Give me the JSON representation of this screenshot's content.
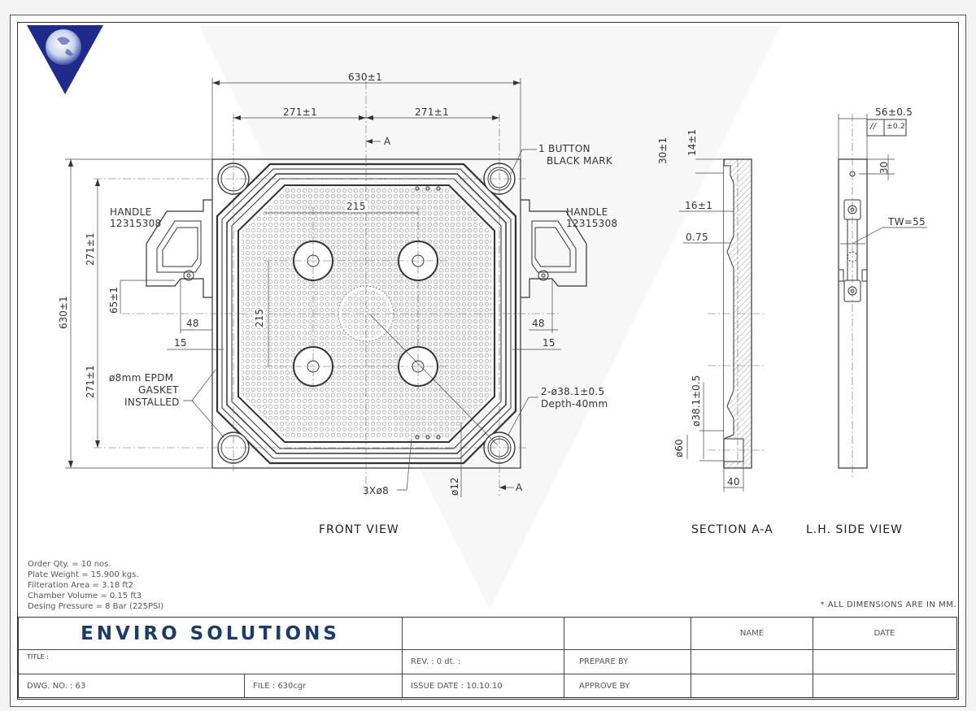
{
  "drawing": {
    "front_view": {
      "title": "FRONT VIEW",
      "dims": {
        "overall_width": "630±1",
        "half_left": "271±1",
        "half_right": "271±1",
        "overall_height": "630±1",
        "half_top": "271±1",
        "half_bottom": "271±1",
        "handle_offset": "65±1",
        "inner_pitch_h": "215",
        "inner_pitch_v": "215",
        "left_48": "48",
        "left_15": "15",
        "right_48": "48",
        "right_15": "15",
        "bottom_dia": "ø12"
      },
      "section_marker_top": "A",
      "section_marker_bottom": "A",
      "callouts": {
        "button_mark_1": "1  BUTTON",
        "button_mark_2": "BLACK  MARK",
        "handle_left_1": "HANDLE",
        "handle_left_2": "12315308",
        "handle_right_1": "HANDLE",
        "handle_right_2": "12315308",
        "gasket_1": "ø8mm  EPDM",
        "gasket_2": "GASKET",
        "gasket_3": "INSTALLED",
        "port_1": "2-ø38.1±0.5",
        "port_2": "Depth-40mm",
        "holes": "3Xø8"
      }
    },
    "section_view": {
      "title": "SECTION  A-A",
      "dims": {
        "d30": "30±1",
        "d14": "14±1",
        "d16": "16±1",
        "d075": "0.75",
        "d381": "ø38.1±0.5",
        "d60": "ø60",
        "d40": "40"
      }
    },
    "side_view": {
      "title": "L.H.  SIDE  VIEW",
      "dims": {
        "thickness": "56±0.5",
        "parallel_symbol": "//",
        "parallel_tol": "±0.2",
        "d30": "30",
        "tw": "TW=55"
      }
    }
  },
  "notes": [
    "Order Qty. = 10 nos.",
    "Plate Weight = 15.900 kgs.",
    "Filteration Area = 3.18 ft2",
    "Chamber Volume = 0.15 ft3",
    "Desing Pressure = 8 Bar (225PSI)"
  ],
  "dims_note": "* ALL DIMENSIONS ARE IN MM.",
  "title_block": {
    "company": "ENVIRO SOLUTIONS",
    "title_label": "TITLE :",
    "dwg_no": "DWG. NO. : 63",
    "file": "FILE : 630cgr",
    "rev": "REV. : 0 dt. :",
    "issue_date": "ISSUE DATE : 10.10.10",
    "prepare_by": "PREPARE BY",
    "approve_by": "APPROVE BY",
    "name_header": "NAME",
    "date_header": "DATE"
  },
  "colors": {
    "brand": "#1d3b66",
    "logo": "#1f2a8a",
    "line": "#333333"
  }
}
